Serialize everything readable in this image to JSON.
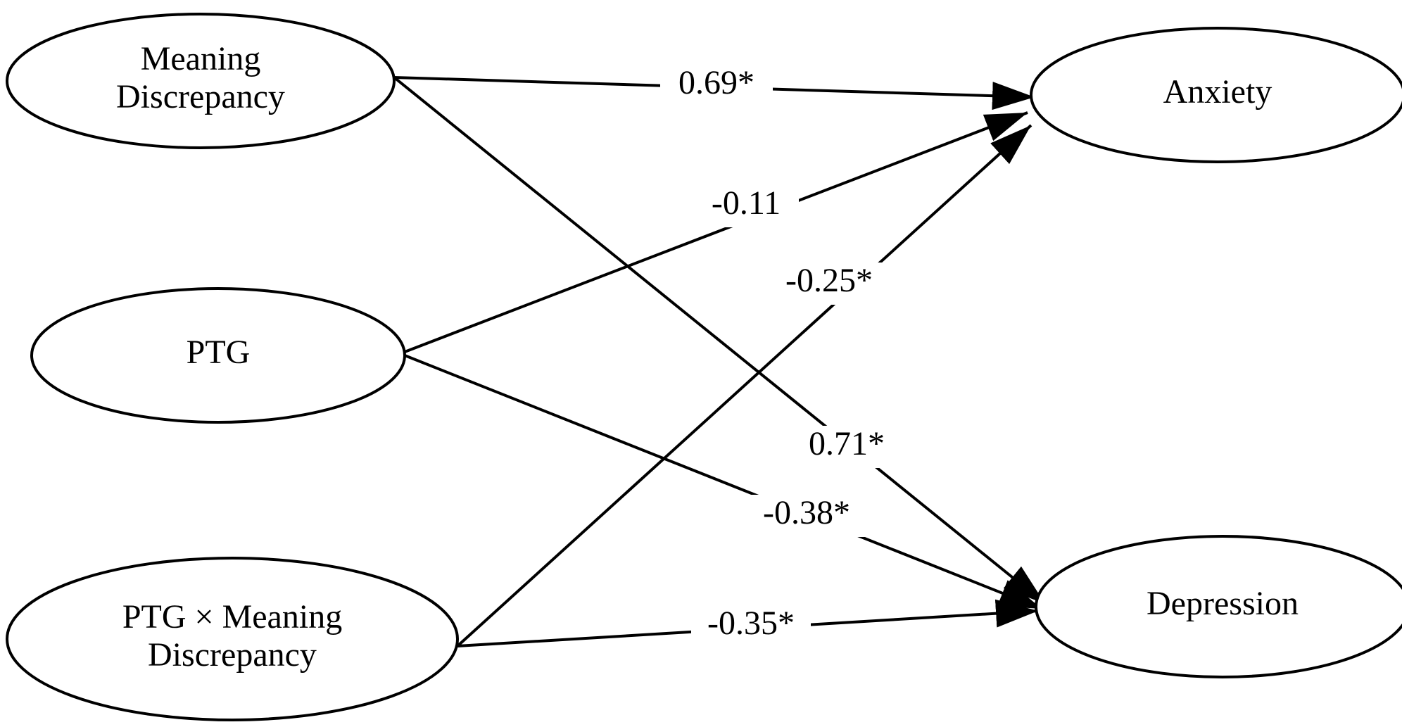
{
  "colors": {
    "stroke": "#000000",
    "background": "#ffffff",
    "text": "#000000"
  },
  "nodes": [
    {
      "id": "meaning-discrepancy",
      "lines": [
        "Meaning",
        "Discrepancy"
      ]
    },
    {
      "id": "ptg",
      "lines": [
        "PTG"
      ]
    },
    {
      "id": "ptg-x-meaning-discrepancy",
      "lines": [
        "PTG × Meaning",
        "Discrepancy"
      ]
    },
    {
      "id": "anxiety",
      "lines": [
        "Anxiety"
      ]
    },
    {
      "id": "depression",
      "lines": [
        "Depression"
      ]
    }
  ],
  "edges": [
    {
      "id": "md-anxiety",
      "from": "meaning-discrepancy",
      "to": "anxiety",
      "label": "0.69*"
    },
    {
      "id": "ptg-anxiety",
      "from": "ptg",
      "to": "anxiety",
      "label": "-0.11"
    },
    {
      "id": "ptgxmd-anxiety",
      "from": "ptg-x-meaning-discrepancy",
      "to": "anxiety",
      "label": "-0.25*"
    },
    {
      "id": "md-depression",
      "from": "meaning-discrepancy",
      "to": "depression",
      "label": "0.71*"
    },
    {
      "id": "ptg-depression",
      "from": "ptg",
      "to": "depression",
      "label": "-0.38*"
    },
    {
      "id": "ptgxmd-depression",
      "from": "ptg-x-meaning-discrepancy",
      "to": "depression",
      "label": "-0.35*"
    }
  ]
}
